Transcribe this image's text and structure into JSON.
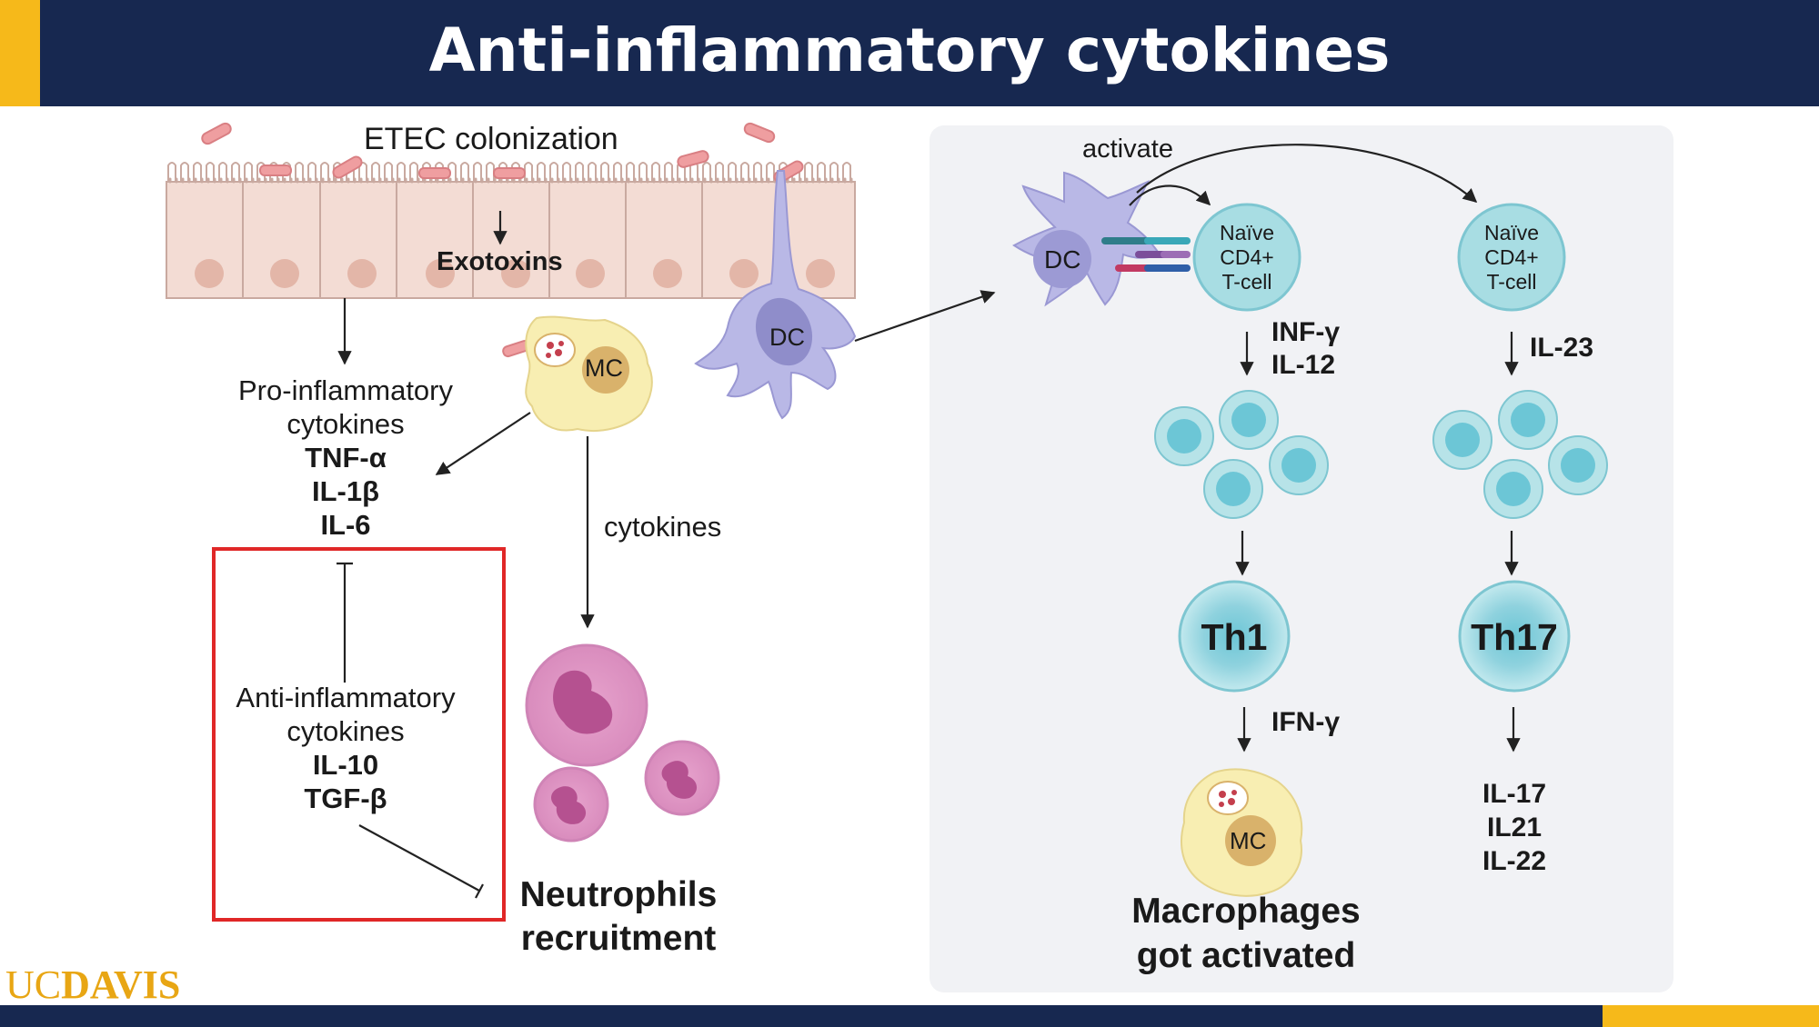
{
  "title": "Anti-inflammatory cytokines",
  "logo": {
    "uc": "UC",
    "davis": "DAVIS"
  },
  "left": {
    "etec": "ETEC colonization",
    "exotoxins": "Exotoxins",
    "mc": "MC",
    "dc": "DC",
    "pro_title_1": "Pro-inflammatory",
    "pro_title_2": "cytokines",
    "pro_items": [
      "TNF-α",
      "IL-1β",
      "IL-6"
    ],
    "cytokines": "cytokines",
    "anti_title_1": "Anti-inflammatory",
    "anti_title_2": "cytokines",
    "anti_items": [
      "IL-10",
      "TGF-β"
    ],
    "neutrophils_1": "Neutrophils",
    "neutrophils_2": "recruitment"
  },
  "right": {
    "activate": "activate",
    "dc": "DC",
    "naive_1": [
      "Naïve",
      "CD4+",
      "T-cell"
    ],
    "naive_2": [
      "Naïve",
      "CD4+",
      "T-cell"
    ],
    "th1_signals": [
      "INF-γ",
      "IL-12"
    ],
    "th17_signal": "IL-23",
    "th1": "Th1",
    "th17": "Th17",
    "ifn": "IFN-γ",
    "mc": "MC",
    "th17_outputs": [
      "IL-17",
      "IL21",
      "IL-22"
    ],
    "macrophages_1": "Macrophages",
    "macrophages_2": "got activated"
  },
  "colors": {
    "navy": "#172850",
    "gold": "#f6b91a",
    "red_box": "#e02727",
    "tcell": "#a8dde3",
    "dc": "#b9b8e6",
    "mc": "#f8eeb2",
    "neutrophil": "#e9a6cf"
  }
}
